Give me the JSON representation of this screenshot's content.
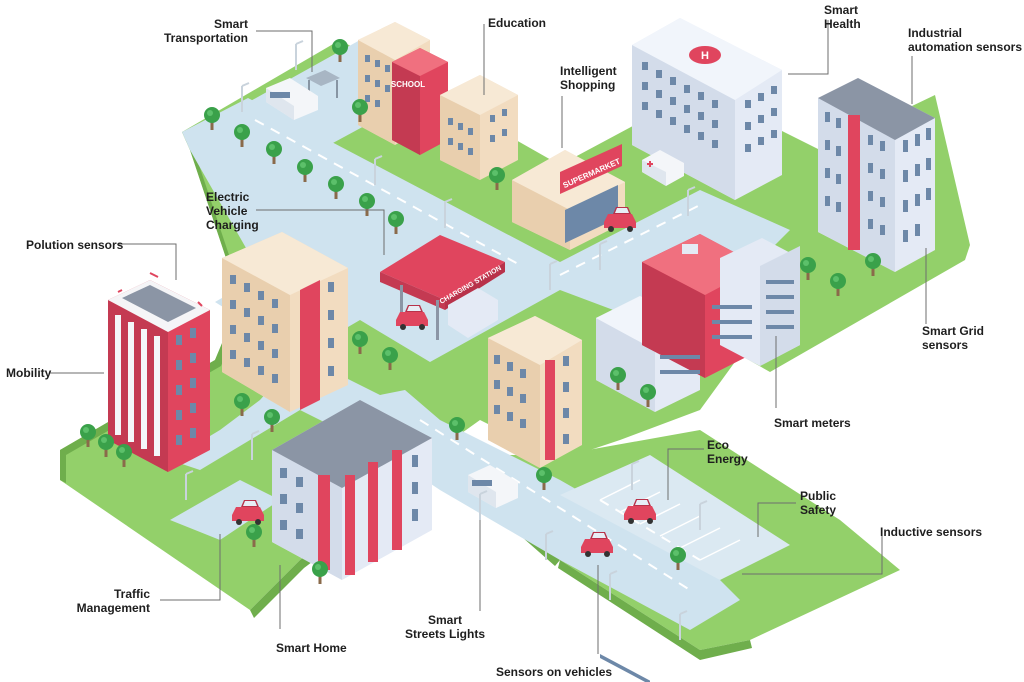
{
  "labels": {
    "smart_transportation": "Smart\nTransportation",
    "education": "Education",
    "intelligent_shopping": "Intelligent\nShopping",
    "smart_health": "Smart\nHealth",
    "industrial_automation": "Industrial\nautomation sensors",
    "electric_vehicle_charging": "Electric\nVehicle\nCharging",
    "polution_sensors": "Polution sensors",
    "mobility": "Mobility",
    "smart_grid_sensors": "Smart Grid\nsensors",
    "smart_meters": "Smart meters",
    "eco_energy": "Eco\nEnergy",
    "public_safety": "Public\nSafety",
    "inductive_sensors": "Inductive sensors",
    "traffic_management": "Traffic\nManagement",
    "smart_home": "Smart Home",
    "smart_streets_lights": "Smart\nStreets Lights",
    "sensors_on_vehicles": "Sensors on vehicles"
  },
  "signs": {
    "school": "SCHOOL",
    "supermarket": "SUPERMARKET",
    "charging_station": "CHARGING STATION",
    "hospital": "H"
  },
  "colors": {
    "grass": "#93d06a",
    "grass_dark": "#6fae4c",
    "road": "#cfe3ef",
    "accent_red": "#e0455e",
    "building_blue": "#e4eaf5",
    "building_cream": "#f2dcc0",
    "label_text": "#1e1e1e",
    "leader_line": "#6e6e6e"
  }
}
